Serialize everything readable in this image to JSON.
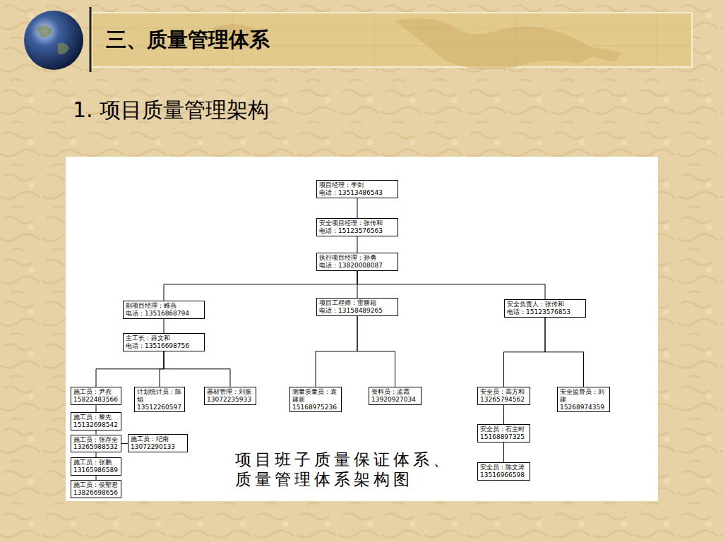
{
  "diagram": {
    "title": "三、质量管理体系",
    "caption": "项目班子质量保证体系、质量管理体系架构图",
    "nodes": [
      {
        "text": [
          "项目经理：李剑",
          "电话：13513486543"
        ]
      },
      {
        "text": [
          "安全项目经理：张传和",
          "电话：15123576563"
        ]
      },
      {
        "text": [
          "执行项目经理：孙勇",
          "电话：13820008087"
        ]
      },
      {
        "text": [
          "副项目经理：睢燕",
          "电话：13516868794"
        ]
      },
      {
        "text": [
          "项目工程师：雷勝籍",
          "电话：13158489265"
        ]
      },
      {
        "text": [
          "安全负责人：张传和",
          "电话：15123576853"
        ]
      },
      {
        "text": [
          "主工长：薛文和",
          "电话：13516698756"
        ]
      },
      {
        "text": [
          "施工员：尹焘",
          "15822483566"
        ]
      },
      {
        "text": [
          "计划统计员：陈焰",
          "13512260597"
        ]
      },
      {
        "text": [
          "器材管理：刘振13072235933"
        ]
      },
      {
        "text": [
          "测量质量员：袁建新",
          "15168975236"
        ]
      },
      {
        "text": [
          "资料员：孟霜",
          "13920927034"
        ]
      },
      {
        "text": [
          "安全员：高方和",
          "13265794562"
        ]
      },
      {
        "text": [
          "安全监督员：刘建",
          "15268974359"
        ]
      },
      {
        "text": [
          "施工员：黎先",
          "15132698542"
        ]
      },
      {
        "text": [
          "施工员：张存全13265988532"
        ]
      },
      {
        "text": [
          "施工员：纪南",
          "13072290133"
        ]
      },
      {
        "text": [
          "安全员：石主时",
          "15168897325"
        ]
      },
      {
        "text": [
          "施工员：张鹏",
          "13165986589"
        ]
      },
      {
        "text": [
          "施工员：侯聖君13826698656"
        ]
      },
      {
        "text": [
          "安全员：陈文涛13516966598"
        ]
      }
    ],
    "edges": [
      {
        "from": 0,
        "to": 1,
        "arrow": "none"
      },
      {
        "from": 1,
        "to": 2,
        "arrow": "none"
      },
      {
        "from": 2,
        "to": 3,
        "arrow": "none"
      },
      {
        "from": 2,
        "to": 4,
        "arrow": "none"
      },
      {
        "from": 2,
        "to": 5,
        "arrow": "none"
      },
      {
        "from": 3,
        "to": 6,
        "arrow": "none"
      },
      {
        "from": 6,
        "to": 7,
        "arrow": "none"
      },
      {
        "from": 6,
        "to": 8,
        "arrow": "none"
      },
      {
        "from": 6,
        "to": 9,
        "arrow": "none"
      },
      {
        "from": 4,
        "to": 10,
        "arrow": "none"
      },
      {
        "from": 4,
        "to": 11,
        "arrow": "none"
      },
      {
        "from": 5,
        "to": 12,
        "arrow": "none"
      },
      {
        "from": 5,
        "to": 13,
        "arrow": "none"
      },
      {
        "from": 7,
        "to": 14,
        "arrow": "none"
      },
      {
        "from": 14,
        "to": 15,
        "arrow": "none"
      },
      {
        "from": 15,
        "to": 16,
        "arrow": "none"
      },
      {
        "from": 15,
        "to": 18,
        "arrow": "none"
      },
      {
        "from": 18,
        "to": 19,
        "arrow": "none"
      },
      {
        "from": 12,
        "to": 17,
        "arrow": "none"
      },
      {
        "from": 17,
        "to": 20,
        "arrow": "none"
      }
    ],
    "labels": [
      "1. 项目质量管理架构"
    ]
  }
}
